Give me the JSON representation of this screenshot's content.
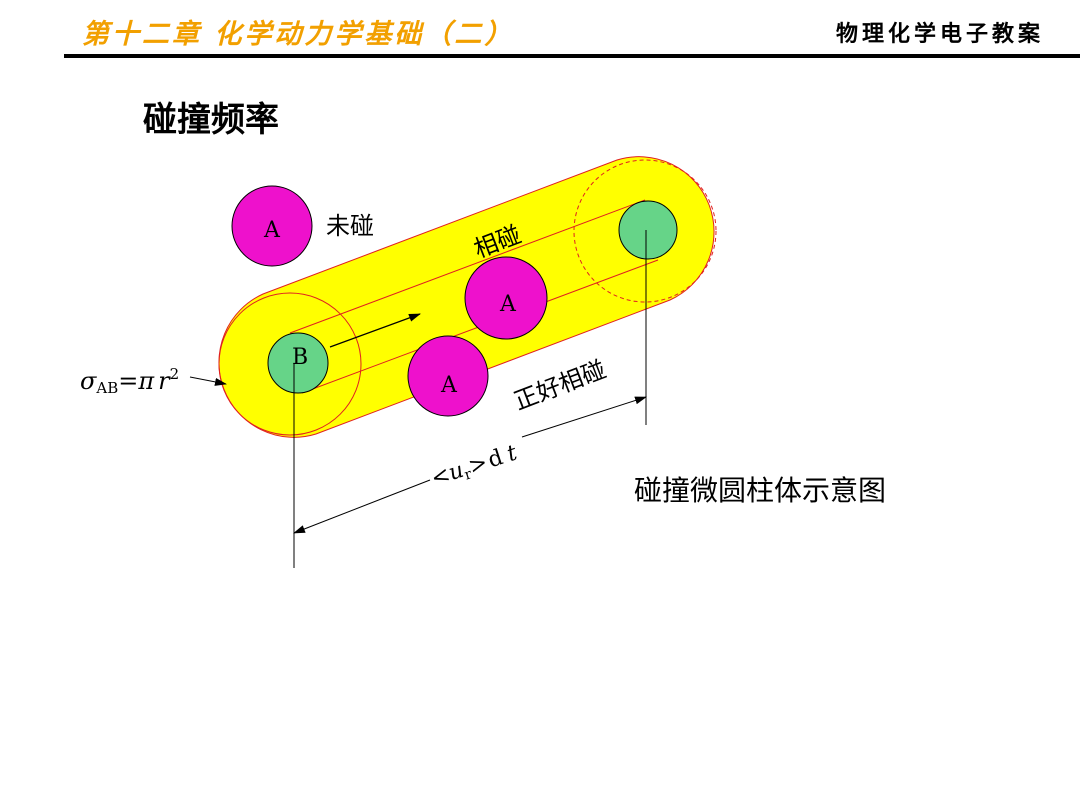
{
  "header": {
    "chapter_title": "第十二章  化学动力学基础（二）",
    "course_title": "物理化学电子教案"
  },
  "slide": {
    "title": "碰撞频率"
  },
  "diagram": {
    "molecule_a_label": "A",
    "molecule_b_label": "B",
    "label_no_collision": "未碰",
    "label_collide": "相碰",
    "label_just_collide": "正好相碰",
    "cross_section_sigma": "σ",
    "cross_section_sub": "AB",
    "cross_section_eq": "=",
    "cross_section_pi": "π",
    "cross_section_r": "r",
    "cross_section_exp": "2",
    "length_lt": "<",
    "length_u": "u",
    "length_sub": "r",
    "length_gt": ">",
    "length_d": "d",
    "length_t": "t",
    "caption": "碰撞微圆柱体示意图"
  },
  "colors": {
    "header_orange": "#f2a000",
    "cylinder_yellow": "#ffff00",
    "outline_red": "#e02020",
    "molecule_a": "#ee11cc",
    "molecule_b": "#66d488"
  }
}
